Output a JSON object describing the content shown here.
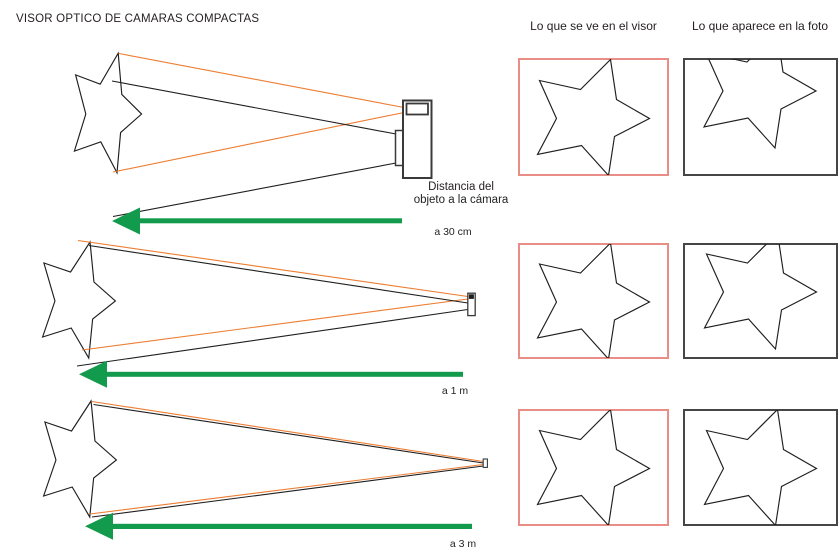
{
  "title": "VISOR OPTICO DE CAMARAS COMPACTAS",
  "columns": {
    "visor_header": "Lo que se ve en el visor",
    "foto_header": "Lo que aparece en la foto"
  },
  "distance_caption": {
    "line1": "Distancia del",
    "line2": "objeto a la cámara"
  },
  "rows": [
    {
      "distance_label": "a 30 cm"
    },
    {
      "distance_label": "a 1 m"
    },
    {
      "distance_label": "a 3 m"
    }
  ],
  "colors": {
    "line_black": "#1f1f1f",
    "line_orange": "#ed7d31",
    "arrow_green": "#129b4d",
    "visor_box_border": "#e98d87",
    "photo_box_border": "#464646"
  }
}
